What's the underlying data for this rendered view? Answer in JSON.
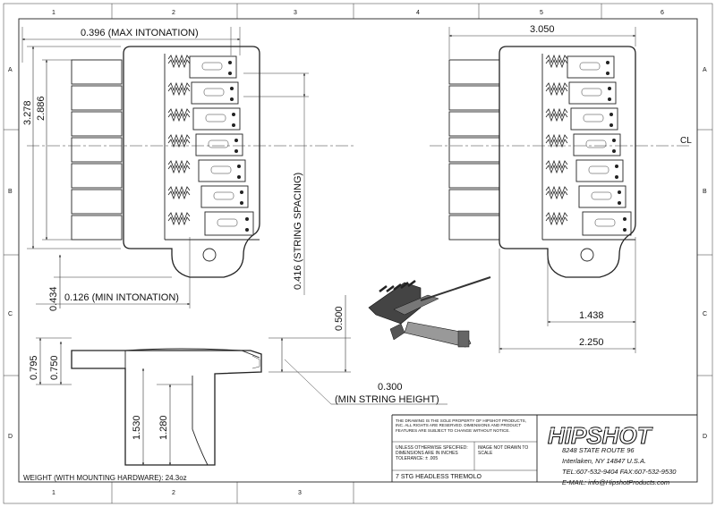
{
  "border": {
    "columns_top": [
      "1",
      "2",
      "3",
      "4",
      "5",
      "6"
    ],
    "columns_bottom": [
      "1",
      "2",
      "3"
    ],
    "rows": [
      "A",
      "B",
      "C",
      "D"
    ]
  },
  "dimensions": {
    "max_intonation": "0.396 (MAX INTONATION)",
    "min_intonation": "0.126 (MIN INTONATION)",
    "string_spacing": "0.416 (STRING SPACING)",
    "overall_height": "3.278",
    "body_height": "2.886",
    "lower_offset": "0.434",
    "width_top": "3.050",
    "width_mid": "1.438",
    "width_bottom": "2.250",
    "side_a": "0.795",
    "side_b": "0.750",
    "side_height": "0.500",
    "min_string_height_value": "0.300",
    "min_string_height_label": "(MIN STRING HEIGHT)",
    "arm_a": "1.530",
    "arm_b": "1.280",
    "centerline": "CL"
  },
  "title_block": {
    "notice": "THE DRAWING IS THE SOLE PROPERTY OF HIPSHOT PRODUCTS, INC. ALL RIGHTS ARE RESERVED. DIMENSIONS AND PRODUCT FEATURES ARE SUBJECT TO CHANGE WITHOUT NOTICE.",
    "tolerance_note": "UNLESS OTHERWISE SPECIFIED: DIMENSIONS ARE IN INCHES TOLERANCE: ± .005",
    "scale_note": "IMAGE NOT DRAWN TO SCALE",
    "part_name": "7 STG HEADLESS TREMOLO",
    "weight": "WEIGHT (WITH MOUNTING HARDWARE): 24.3oz"
  },
  "company": {
    "logo": "HIPSHOT",
    "address1": "8248 STATE ROUTE 96",
    "address2": "Interlaken, NY 14847 U.S.A.",
    "phone": "TEL:607-532-9404 FAX:607-532-9530",
    "email": "E-MAIL: info@HipshotProducts.com"
  }
}
